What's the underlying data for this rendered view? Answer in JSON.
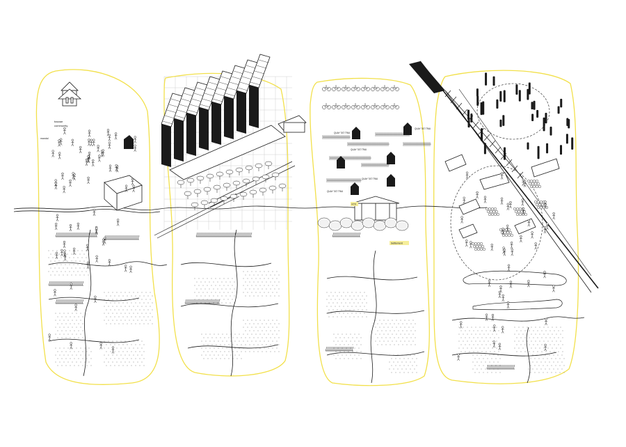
{
  "colors": {
    "panel_outline": "#f2e04a",
    "ink": "#1a1a1a",
    "grid": "#cfcfcf",
    "label_fill": "#f6ee9a",
    "background": "#ffffff"
  },
  "labels": {
    "panel1_caption_a": "bazaar",
    "panel1_caption_b": "community",
    "panel1_note": "mandal",
    "panel3_tag_1": "QUAY TAT TRAI",
    "panel3_tag_2": "QUAY TAT TRAI",
    "panel3_tag_3": "QUAY TAT TRAI",
    "panel3_tag_4": "QUAY TAT TRAI",
    "panel3_tag_5": "QUAY TAT TRAI",
    "panel3_highlight": "KTX",
    "panel3_highlight_2": "Settlement"
  },
  "panels": [
    {
      "id": "p1",
      "theme": "village-market"
    },
    {
      "id": "p2",
      "theme": "factory-sheds"
    },
    {
      "id": "p3",
      "theme": "housing-cluster"
    },
    {
      "id": "p4",
      "theme": "elevated-rail"
    }
  ]
}
